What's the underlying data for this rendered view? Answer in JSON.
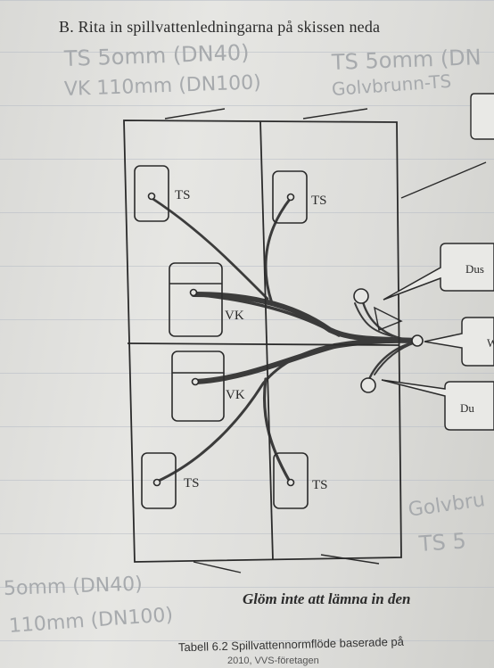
{
  "heading": "B.   Rita in spillvattenledningarna på skissen neda",
  "handwritten": {
    "top_left_1": "TS 5omm (DN40)",
    "top_left_2": "VK 110mm (DN100)",
    "top_right_1": "TS 5omm (DN",
    "top_right_2": "Golvbrunn-TS",
    "bottom_left_1": "5omm (DN40)",
    "bottom_left_2": "110mm (DN100)",
    "bottom_right_1": "Golvbru",
    "bottom_right_2": "TS 5"
  },
  "fixtures": {
    "ts": "TS",
    "vk": "VK"
  },
  "callouts": {
    "dusch_top": "Dus",
    "dusch_bottom": "Du",
    "middle": "W"
  },
  "reminder": "Glöm inte att lämna in den",
  "caption": "Tabell 6.2  Spillvattennormflöde baserade på",
  "caption2": "2010, VVS-företagen"
}
